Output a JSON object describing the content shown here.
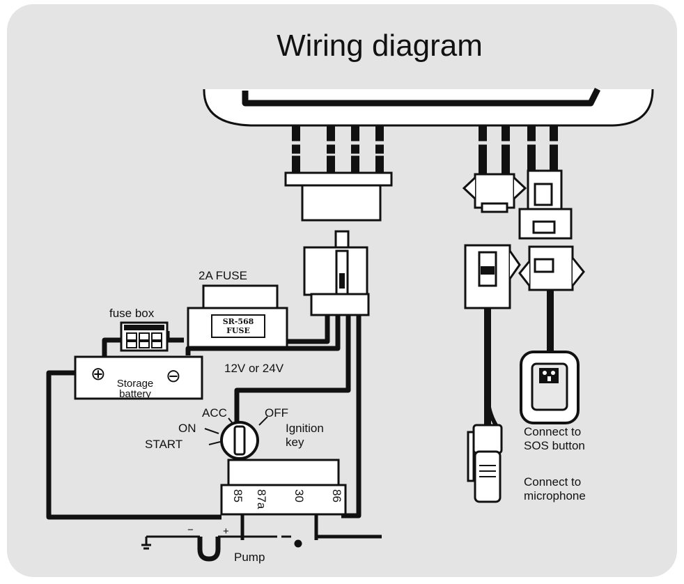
{
  "title": "Wiring diagram",
  "labels": {
    "fuse_rating": "2A FUSE",
    "fuse_box": "fuse box",
    "fuse_part_line1": "SR-568",
    "fuse_part_line2": "FUSE",
    "battery_plus": "⊕",
    "battery_minus": "⊖",
    "battery_line1": "Storage",
    "battery_line2": "battery",
    "voltage": "12V or 24V",
    "key_acc": "ACC",
    "key_off": "OFF",
    "key_on": "ON",
    "key_start": "START",
    "ignition_line1": "Ignition",
    "ignition_line2": "key",
    "relay_85": "85",
    "relay_87a": "87a",
    "relay_30": "30",
    "relay_86": "86",
    "pump_minus": "−",
    "pump_plus": "+",
    "pump": "Pump",
    "sos_line1": "Connect to",
    "sos_line2": "SOS button",
    "mic_line1": "Connect to",
    "mic_line2": "microphone"
  },
  "colors": {
    "background_panel": "#e4e4e4",
    "wire": "#111111",
    "component_fill": "#ffffff"
  }
}
